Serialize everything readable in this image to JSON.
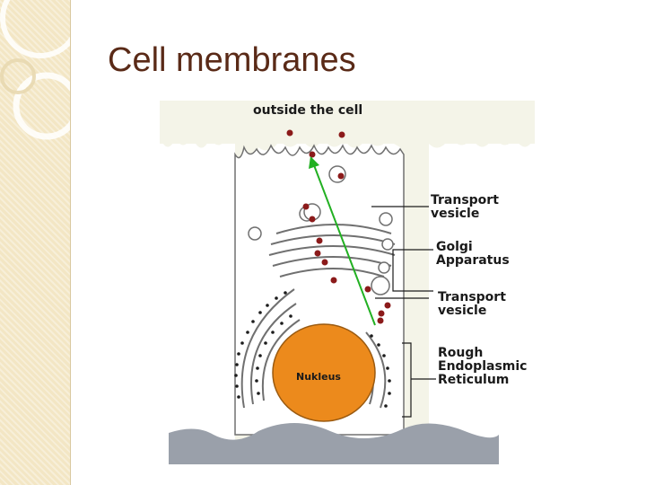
{
  "slide": {
    "title": "Cell membranes"
  },
  "diagram": {
    "top_label": "outside the cell",
    "nucleus_label": "Nukleus",
    "callouts": [
      {
        "id": "transport-vesicle-1",
        "text": "Transport\nvesicle"
      },
      {
        "id": "golgi",
        "text": "Golgi\nApparatus"
      },
      {
        "id": "transport-vesicle-2",
        "text": "Transport\nvesicle"
      },
      {
        "id": "rough-er",
        "text": "Rough\nEndoplasmic\nReticulum"
      }
    ],
    "colors": {
      "membrane_fill": "#f4f4e8",
      "cell_interior": "#ffffff",
      "outline": "#707070",
      "floor": "#9aa0aa",
      "nucleus": "#ec8a1c",
      "ribosome": "#1c1c1c",
      "protein_dot": "#8b1a1a",
      "arrow": "#22b022"
    }
  }
}
